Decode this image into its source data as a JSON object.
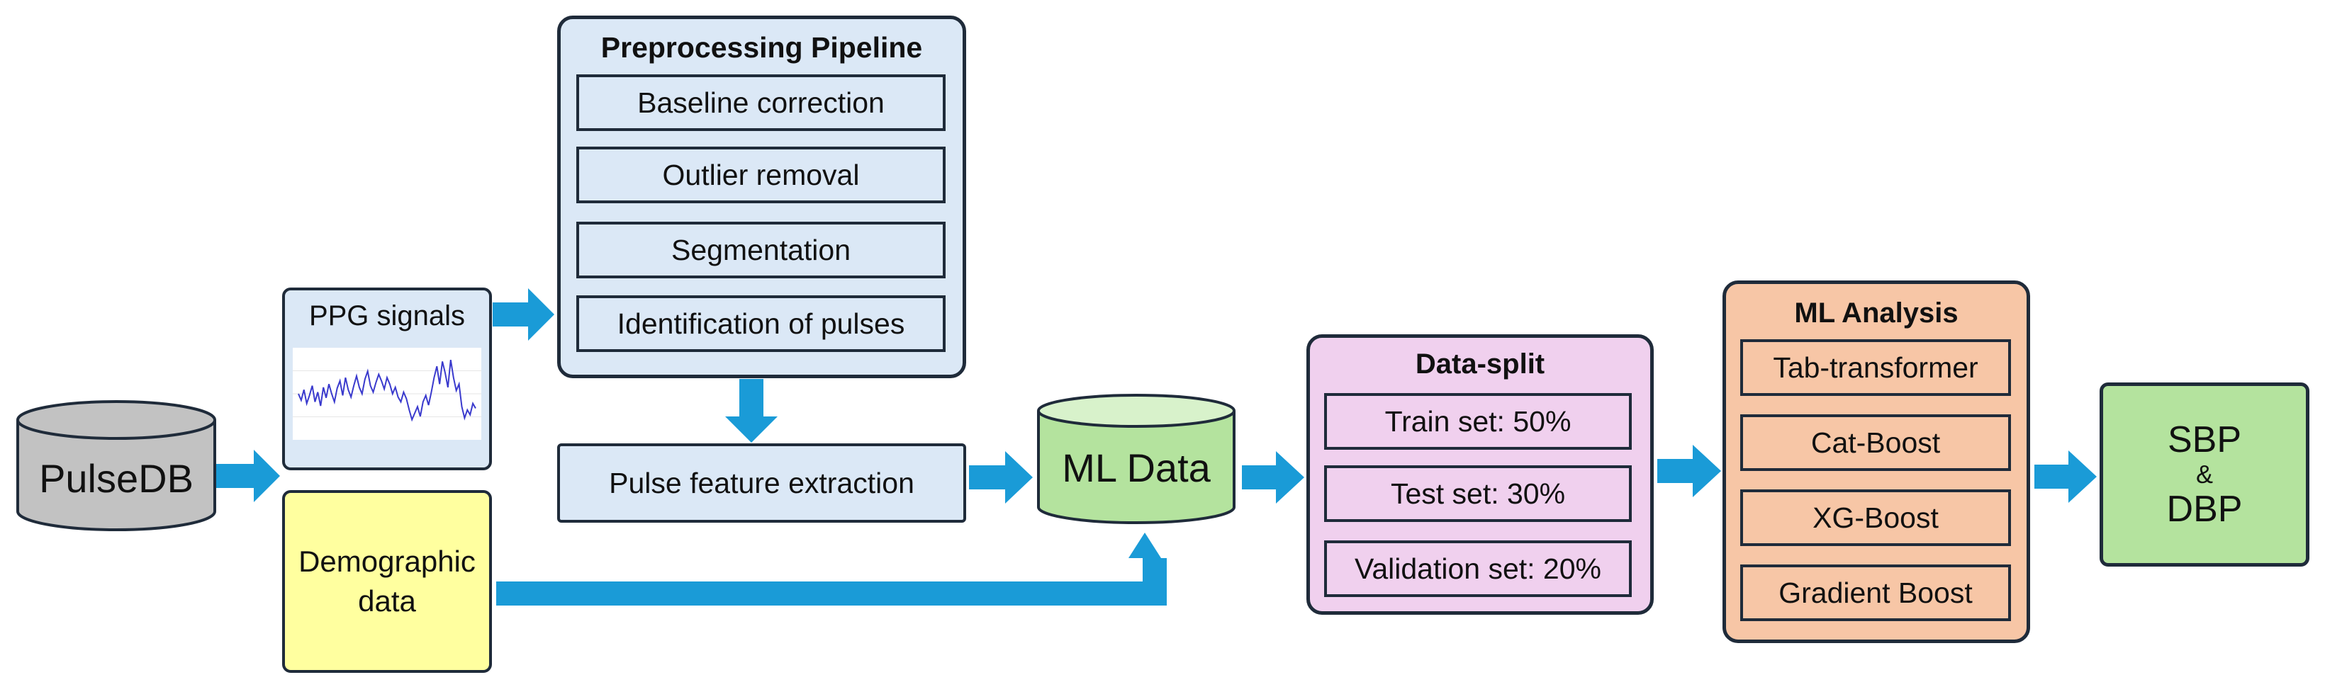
{
  "pulsedb": "PulseDB",
  "ppg": {
    "label": "PPG signals",
    "waveform": [
      0.5,
      0.42,
      0.55,
      0.38,
      0.48,
      0.6,
      0.4,
      0.52,
      0.35,
      0.58,
      0.45,
      0.62,
      0.5,
      0.4,
      0.57,
      0.66,
      0.48,
      0.7,
      0.55,
      0.46,
      0.6,
      0.72,
      0.58,
      0.5,
      0.68,
      0.78,
      0.6,
      0.52,
      0.64,
      0.74,
      0.66,
      0.56,
      0.7,
      0.62,
      0.5,
      0.58,
      0.46,
      0.4,
      0.52,
      0.44,
      0.3,
      0.18,
      0.26,
      0.34,
      0.22,
      0.4,
      0.48,
      0.36,
      0.52,
      0.7,
      0.84,
      0.62,
      0.9,
      0.76,
      0.58,
      0.92,
      0.7,
      0.54,
      0.62,
      0.34,
      0.2,
      0.3,
      0.24,
      0.38,
      0.32
    ]
  },
  "demographic": {
    "line1": "Demographic",
    "line2": "data"
  },
  "preprocessing": {
    "title": "Preprocessing  Pipeline",
    "steps": [
      "Baseline correction",
      "Outlier removal",
      "Segmentation",
      "Identification of pulses"
    ]
  },
  "feature_extraction": "Pulse feature extraction",
  "ml_data": "ML Data",
  "data_split": {
    "title": "Data-split",
    "items": [
      "Train set: 50%",
      "Test set: 30%",
      "Validation set: 20%"
    ]
  },
  "ml_analysis": {
    "title": "ML Analysis",
    "models": [
      "Tab-transformer",
      "Cat-Boost",
      "XG-Boost",
      "Gradient Boost"
    ]
  },
  "output": {
    "line1": "SBP",
    "amp": "&",
    "line2": "DBP"
  },
  "colors": {
    "arrow": "#1a9bd7",
    "border": "#1f2b3a",
    "preprocess_fill": "#dbe8f6",
    "split_fill": "#f0d0ee",
    "analysis_fill": "#f7c6a6",
    "output_fill": "#b4e39e",
    "demographic_fill": "#ffff9f",
    "pulsedb_fill": "#c2c2c2",
    "waveform": "#3a3acd"
  }
}
